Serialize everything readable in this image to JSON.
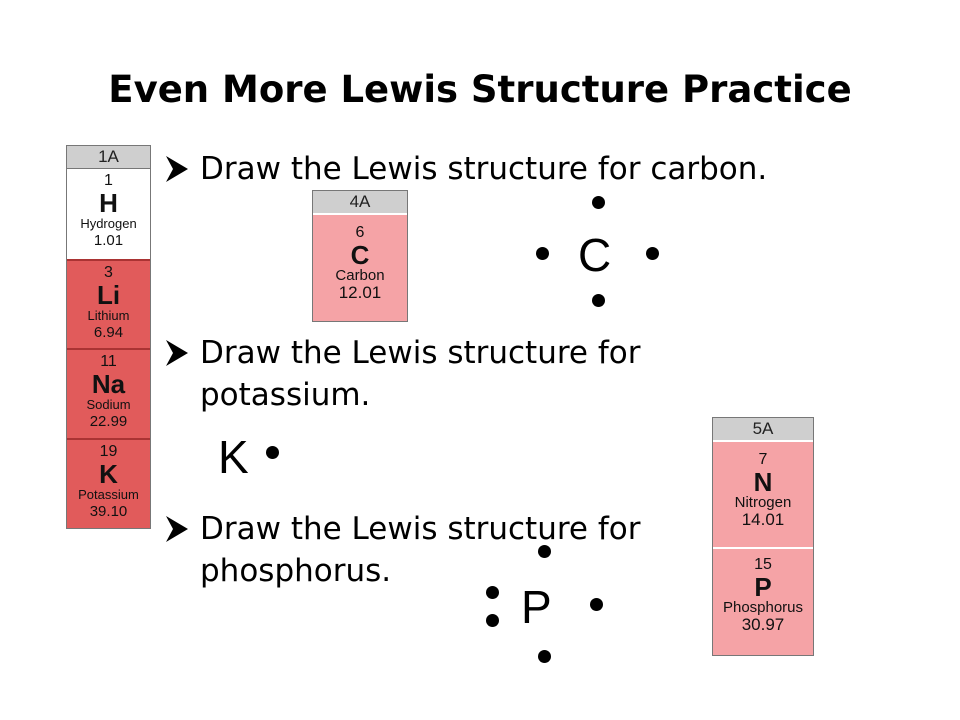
{
  "slide": {
    "title": "Even More Lewis Structure Practice",
    "bullets": [
      {
        "line1": "Draw the Lewis structure for carbon.",
        "line2": ""
      },
      {
        "line1": "Draw the Lewis structure for",
        "line2": "potassium."
      },
      {
        "line1": "Draw the Lewis structure for",
        "line2": "phosphorus."
      }
    ]
  },
  "group_1a": {
    "header": "1A",
    "elements": [
      {
        "number": "1",
        "symbol": "H",
        "name": "Hydrogen",
        "mass": "1.01"
      },
      {
        "number": "3",
        "symbol": "Li",
        "name": "Lithium",
        "mass": "6.94"
      },
      {
        "number": "11",
        "symbol": "Na",
        "name": "Sodium",
        "mass": "22.99"
      },
      {
        "number": "19",
        "symbol": "K",
        "name": "Potassium",
        "mass": "39.10"
      }
    ]
  },
  "group_4a": {
    "header": "4A",
    "elements": [
      {
        "number": "6",
        "symbol": "C",
        "name": "Carbon",
        "mass": "12.01"
      }
    ]
  },
  "group_5a": {
    "header": "5A",
    "elements": [
      {
        "number": "7",
        "symbol": "N",
        "name": "Nitrogen",
        "mass": "14.01"
      },
      {
        "number": "15",
        "symbol": "P",
        "name": "Phosphorus",
        "mass": "30.97"
      }
    ]
  },
  "lewis": {
    "carbon": "C",
    "potassium": "K",
    "phosphorus": "P"
  }
}
